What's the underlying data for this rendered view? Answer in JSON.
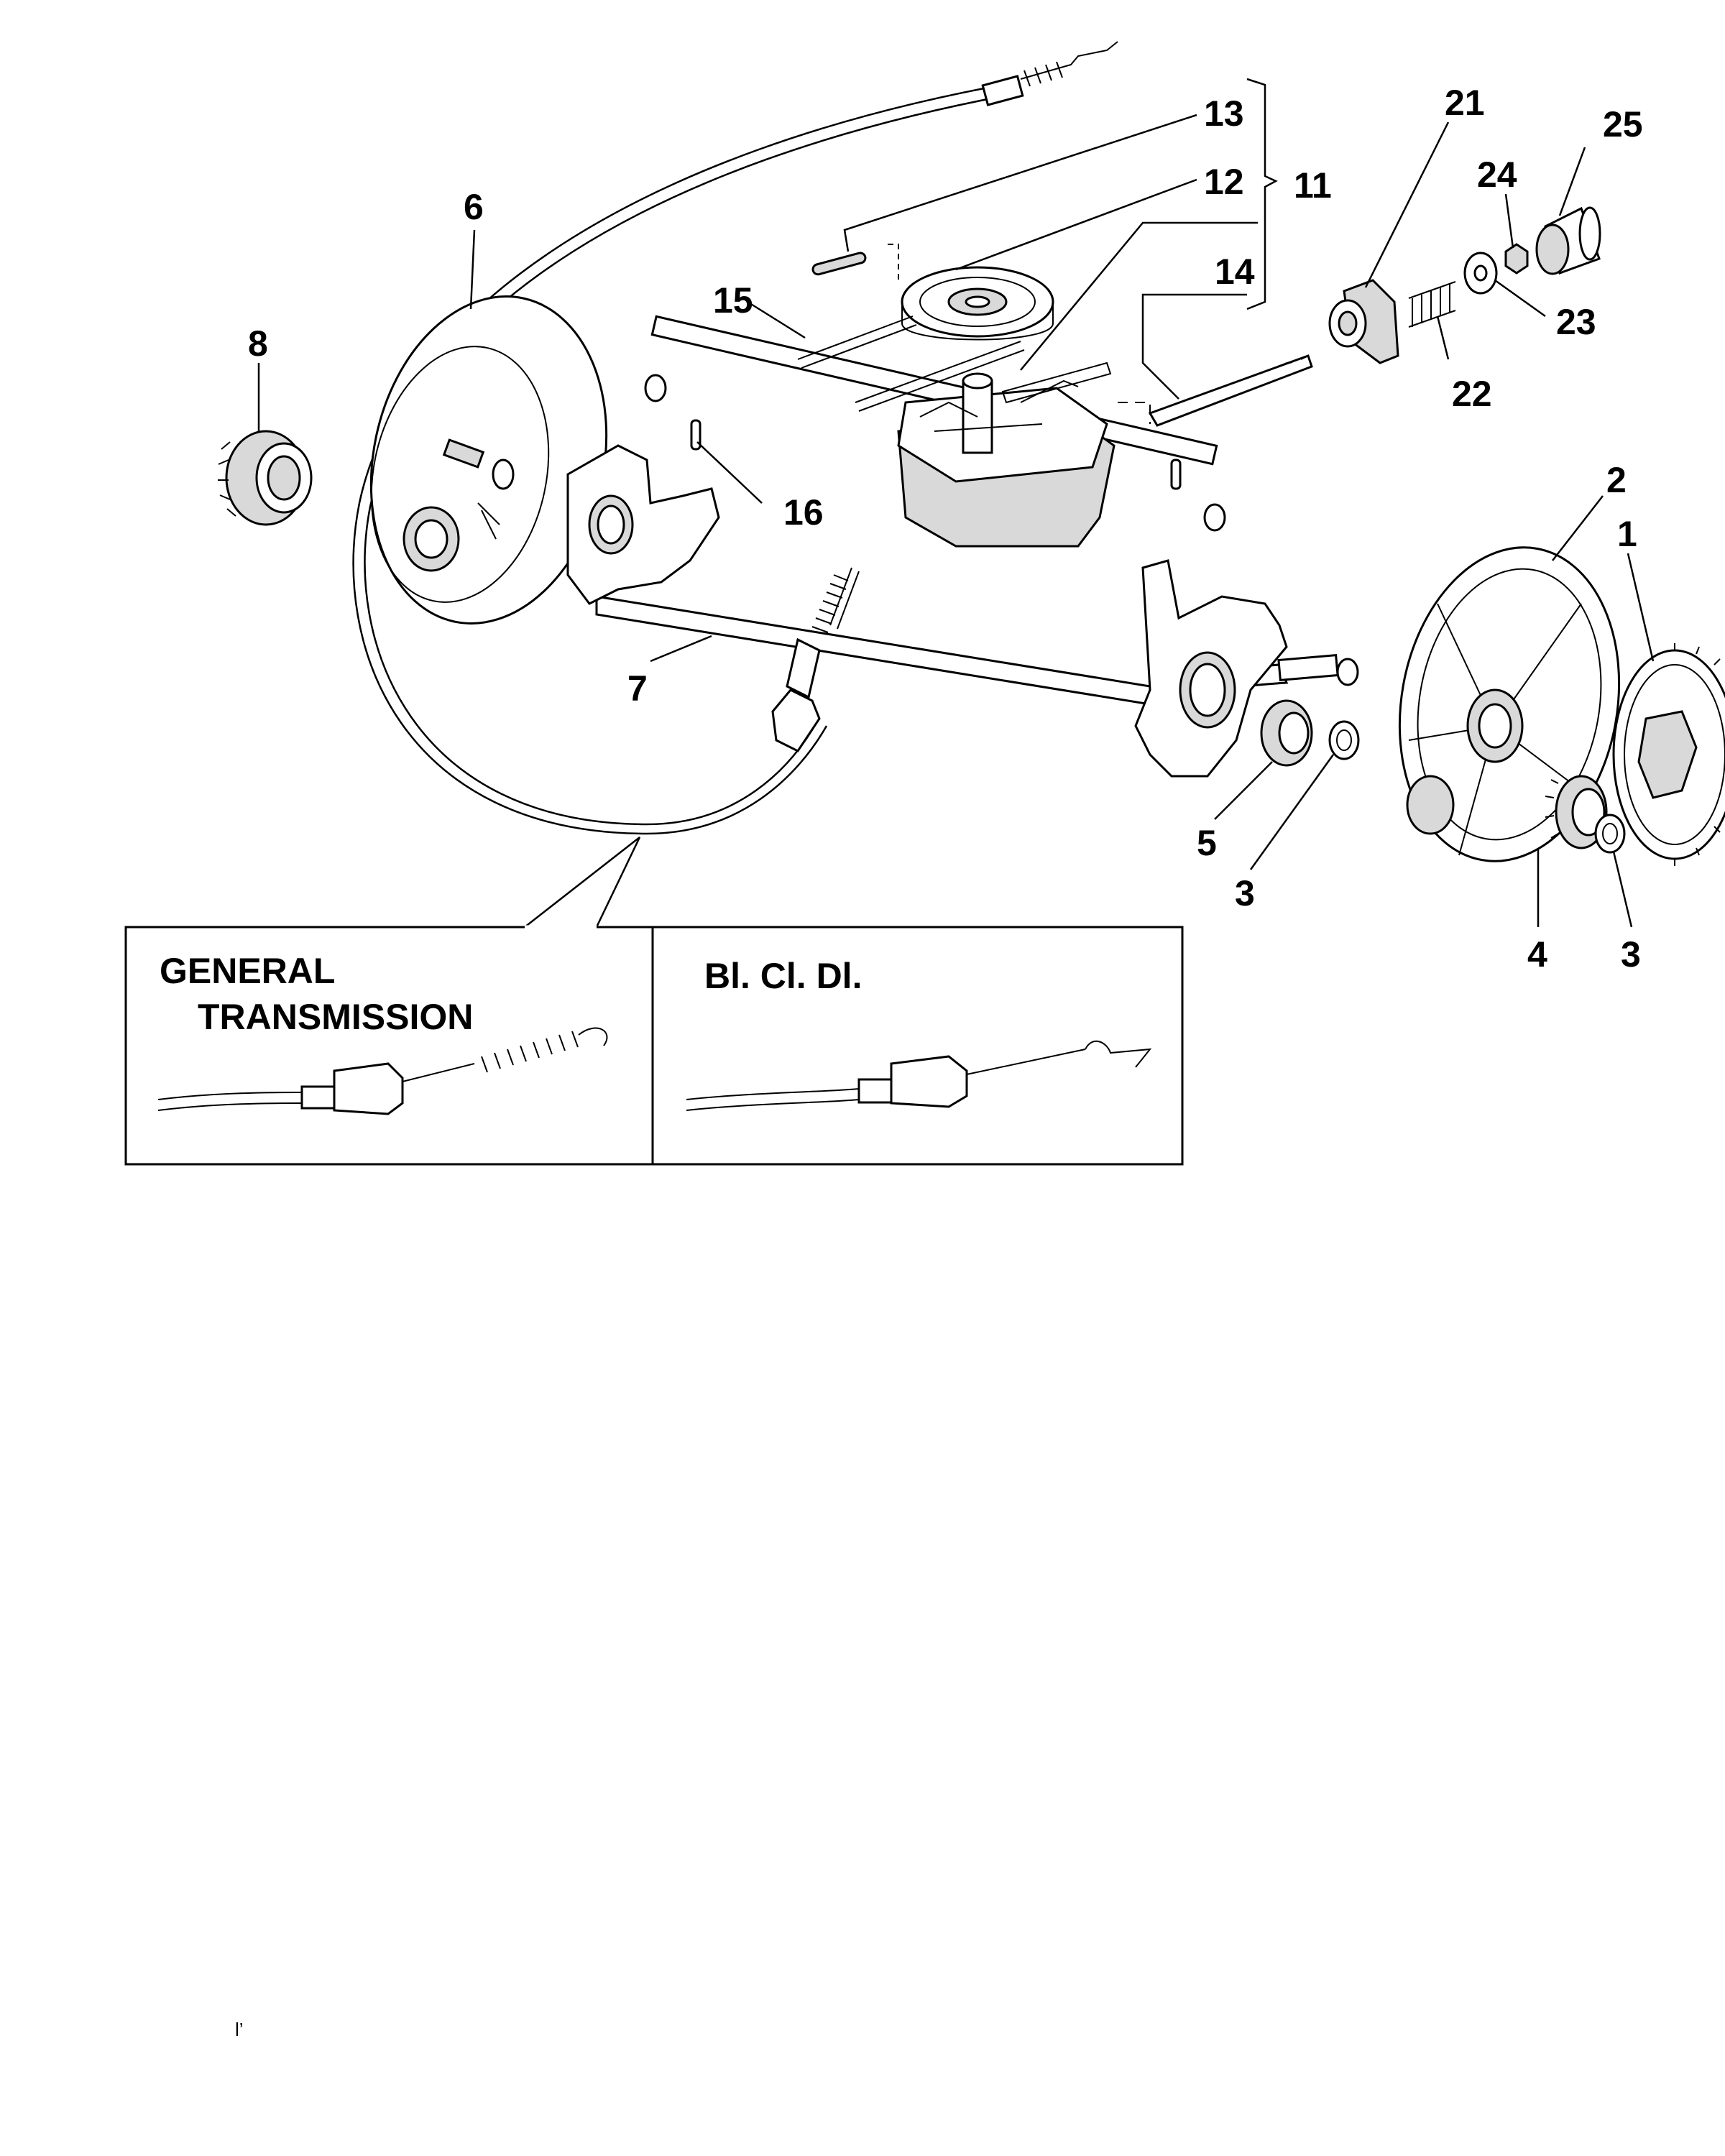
{
  "callouts": [
    {
      "id": "13",
      "text": "13"
    },
    {
      "id": "12",
      "text": "12"
    },
    {
      "id": "11",
      "text": "11"
    },
    {
      "id": "14",
      "text": "14"
    },
    {
      "id": "15",
      "text": "15"
    },
    {
      "id": "16",
      "text": "16"
    },
    {
      "id": "6",
      "text": "6"
    },
    {
      "id": "8",
      "text": "8"
    },
    {
      "id": "7",
      "text": "7"
    },
    {
      "id": "21",
      "text": "21"
    },
    {
      "id": "24",
      "text": "24"
    },
    {
      "id": "25",
      "text": "25"
    },
    {
      "id": "23",
      "text": "23"
    },
    {
      "id": "22",
      "text": "22"
    },
    {
      "id": "2",
      "text": "2"
    },
    {
      "id": "1",
      "text": "1"
    },
    {
      "id": "5",
      "text": "5"
    },
    {
      "id": "3a",
      "text": "3"
    },
    {
      "id": "4",
      "text": "4"
    },
    {
      "id": "3b",
      "text": "3"
    }
  ],
  "inset": {
    "left_title_line1": "GENERAL",
    "left_title_line2": "TRANSMISSION",
    "right_title": "Bl. Cl. Dl."
  },
  "footer_mark": "l’"
}
